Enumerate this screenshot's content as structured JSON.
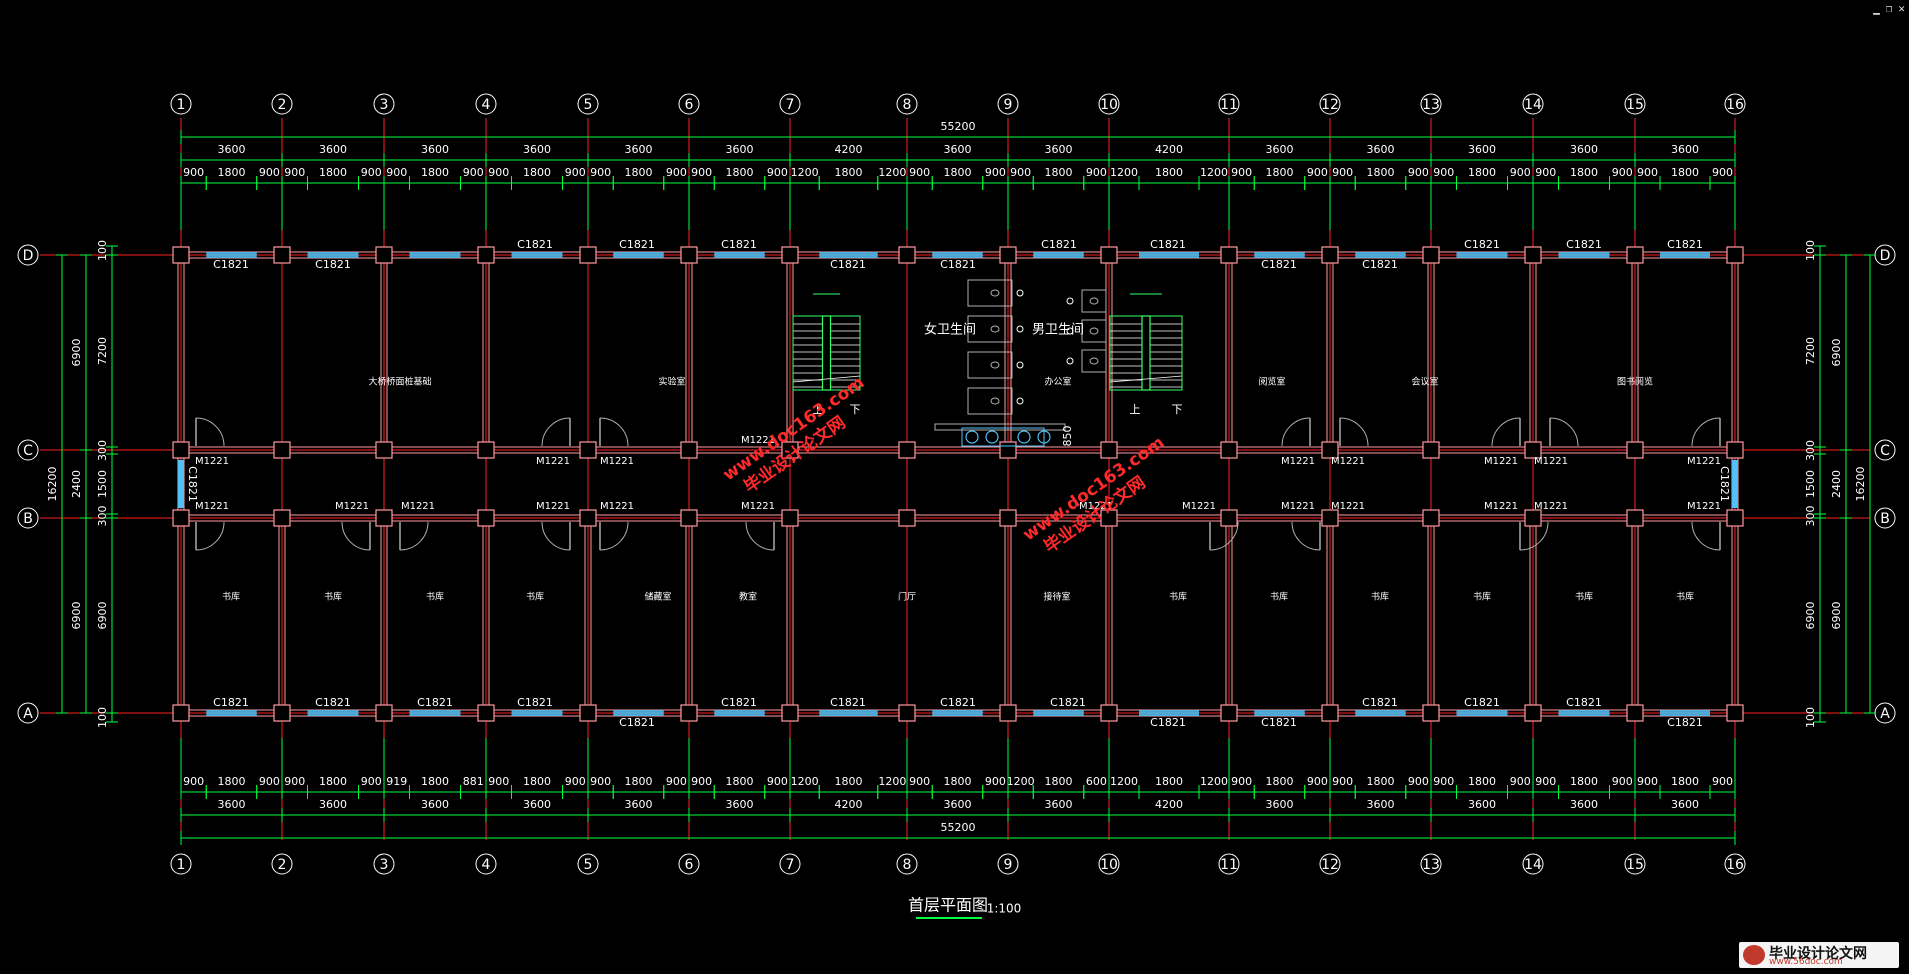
{
  "window": {
    "minimize": "▁",
    "restore": "❐",
    "close": "✕"
  },
  "colors": {
    "bg": "#000000",
    "dim": "#00ff3c",
    "grid": "#ff2020",
    "wall": "#ff9aa0",
    "window": "#4fc3f7",
    "text": "#ffffff",
    "bubble": "#ffffff",
    "stair": "#33ff66",
    "fixture": "#b0b0b0",
    "watermark": "#ff2a2a"
  },
  "axes": {
    "numbers": [
      "1",
      "2",
      "3",
      "4",
      "5",
      "6",
      "7",
      "8",
      "9",
      "10",
      "11",
      "12",
      "13",
      "14",
      "15",
      "16"
    ],
    "letters": [
      "D",
      "C",
      "B",
      "A"
    ]
  },
  "dims": {
    "total": "55200",
    "bays_top": [
      "3600",
      "3600",
      "3600",
      "3600",
      "3600",
      "3600",
      "4200",
      "3600",
      "3600",
      "4200",
      "3600",
      "3600",
      "3600",
      "3600",
      "3600"
    ],
    "subs_top": [
      "900",
      "1800",
      "900",
      "900",
      "1800",
      "900",
      "900",
      "1800",
      "900",
      "900",
      "1800",
      "900",
      "900",
      "1800",
      "900",
      "900",
      "1800",
      "900",
      "1200",
      "1800",
      "1200",
      "900",
      "1800",
      "900",
      "900",
      "1800",
      "900",
      "1200",
      "1800",
      "1200",
      "900",
      "1800",
      "900",
      "900",
      "1800",
      "900",
      "900",
      "1800",
      "900",
      "900",
      "1800",
      "900",
      "900",
      "1800",
      "900"
    ],
    "bays_bottom": [
      "3600",
      "3600",
      "3600",
      "3600",
      "3600",
      "3600",
      "4200",
      "3600",
      "3600",
      "4200",
      "3600",
      "3600",
      "3600",
      "3600",
      "3600"
    ],
    "subs_bottom": [
      "900",
      "1800",
      "900",
      "900",
      "1800",
      "900",
      "919",
      "1800",
      "881",
      "900",
      "1800",
      "900",
      "900",
      "1800",
      "900",
      "900",
      "1800",
      "900",
      "1200",
      "1800",
      "1200",
      "900",
      "1800",
      "900",
      "1200",
      "1800",
      "600",
      "1200",
      "1800",
      "1200",
      "900",
      "1800",
      "900",
      "900",
      "1800",
      "900",
      "900",
      "1800",
      "900",
      "900",
      "1800",
      "900",
      "900",
      "1800",
      "900"
    ],
    "left_total": "16200",
    "left_spans": [
      "6900",
      "2400",
      "6900"
    ],
    "left_inner": [
      "100",
      "7200",
      "300",
      "1500",
      "300",
      "6900",
      "100"
    ],
    "right_total": "16200",
    "right_spans": [
      "6900",
      "2400",
      "6900"
    ],
    "right_inner": [
      "100",
      "7200",
      "300",
      "1500",
      "300",
      "6900",
      "100"
    ]
  },
  "labels": {
    "window_code": "C1821",
    "door_code": "M1221",
    "side_window": "C1821",
    "womens_wc": "女卫生间",
    "mens_wc": "男卫生间",
    "stair_up": "上",
    "stair_down": "下",
    "dim_850": "850"
  },
  "rooms": {
    "top": [
      "大桥桥面桩基础",
      "实验室",
      "",
      "",
      "办公室",
      "",
      "阅览室",
      "会议室",
      "图书阅览"
    ],
    "bottom": [
      "书库",
      "书库",
      "书库",
      "书库",
      "储藏室",
      "教室",
      "门厅",
      "接待室",
      "书库",
      "书库",
      "书库",
      "书库",
      "书库",
      "书库"
    ]
  },
  "title": {
    "name": "首层平面图",
    "scale": "1:100"
  },
  "watermark": {
    "cn": "毕业设计论文网",
    "url": "www.doc163.com"
  },
  "logo": {
    "main": "毕业设计论文网",
    "sub": "www.56doc.com"
  }
}
